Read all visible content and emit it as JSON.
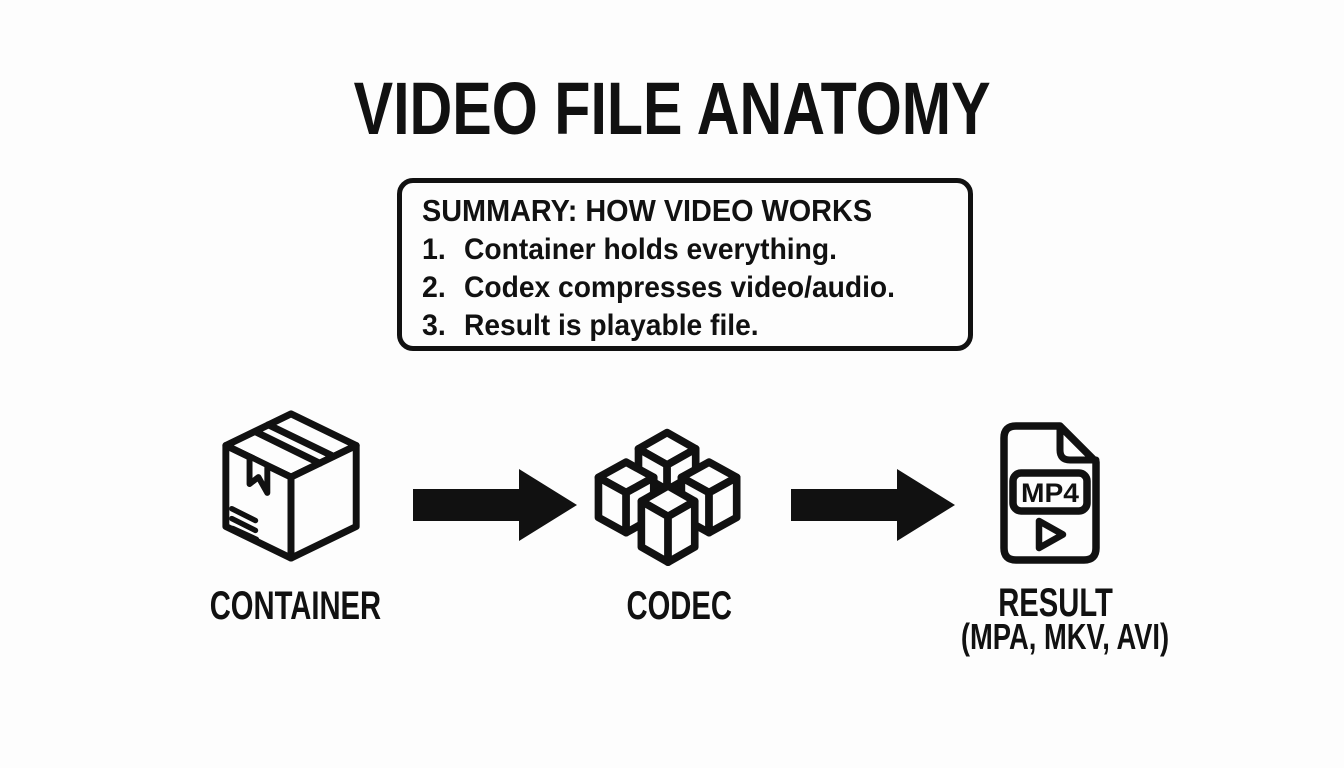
{
  "title": "VIDEO FILE ANATOMY",
  "summary_box": {
    "heading": "SUMMARY: HOW VIDEO WORKS",
    "items": [
      {
        "number": "1.",
        "text": "Container holds everything."
      },
      {
        "number": "2.",
        "text": "Codex compresses video/audio."
      },
      {
        "number": "3.",
        "text": "Result is playable file."
      }
    ]
  },
  "flow": {
    "steps": [
      {
        "label": "CONTAINER",
        "icon": "package-box-icon"
      },
      {
        "label": "CODEC",
        "icon": "codec-cubes-icon"
      },
      {
        "label": "RESULT",
        "sublabel": "(MPA, MKV, AVI)",
        "icon": "video-file-icon",
        "file_badge": "MP4"
      }
    ],
    "arrow_icon": "right-arrow-icon"
  },
  "colors": {
    "ink": "#111111",
    "background": "#fdfdfd"
  }
}
